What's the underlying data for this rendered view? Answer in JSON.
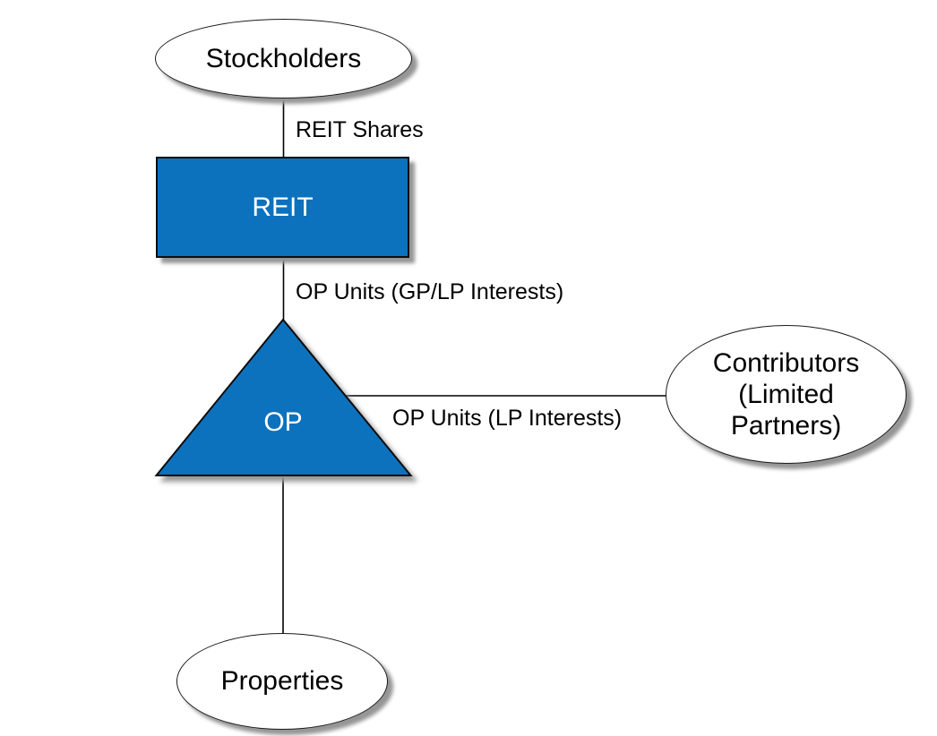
{
  "diagram": {
    "background": "#ffffff",
    "colors": {
      "node_fill_blue": "#0d72bd",
      "node_border": "#0d0d0d",
      "ellipse_fill": "#ffffff",
      "ellipse_border": "#1a1a1a",
      "connector": "#000000",
      "label_text": "#000000",
      "node_text_light": "#ffffff",
      "shadow": "#969696"
    },
    "nodes": {
      "stockholders": {
        "shape": "ellipse",
        "label": "Stockholders"
      },
      "reit": {
        "shape": "rectangle",
        "label": "REIT"
      },
      "op": {
        "shape": "triangle",
        "label": "OP"
      },
      "contributors": {
        "shape": "ellipse",
        "label": "Contributors (Limited Partners)",
        "lines": [
          "Contributors",
          "(Limited",
          "Partners)"
        ]
      },
      "properties": {
        "shape": "ellipse",
        "label": "Properties"
      }
    },
    "edges": {
      "stockholders_reit": {
        "from": "stockholders",
        "to": "reit",
        "label": "REIT Shares"
      },
      "reit_op": {
        "from": "reit",
        "to": "op",
        "label": "OP Units (GP/LP Interests)"
      },
      "op_contributors": {
        "from": "op",
        "to": "contributors",
        "label": "OP Units (LP Interests)"
      },
      "op_properties": {
        "from": "op",
        "to": "properties",
        "label": ""
      }
    }
  }
}
